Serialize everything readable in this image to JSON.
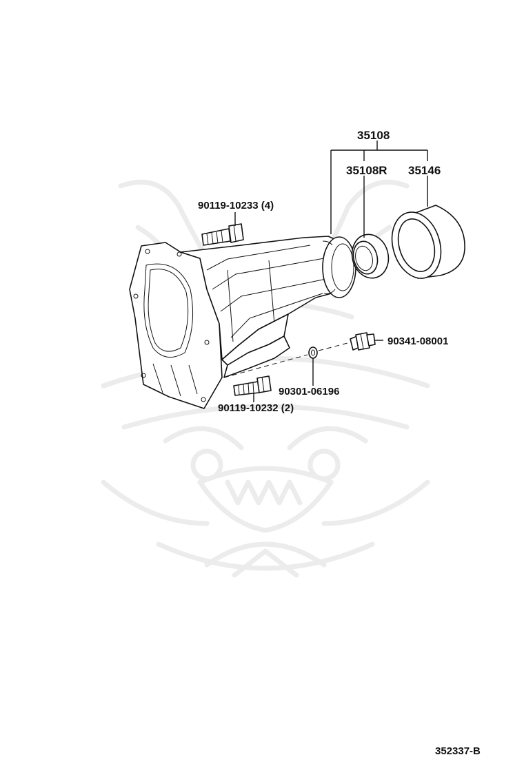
{
  "diagram": {
    "parts": [
      {
        "id": "p35108",
        "number": "35108"
      },
      {
        "id": "p35108R",
        "number": "35108R"
      },
      {
        "id": "p35146",
        "number": "35146"
      },
      {
        "id": "p9011910233",
        "number": "90119-10233 (4)"
      },
      {
        "id": "p9034108001",
        "number": "90341-08001"
      },
      {
        "id": "p9030106196",
        "number": "90301-06196"
      },
      {
        "id": "p9011910232",
        "number": "90119-10232 (2)"
      }
    ],
    "reference_code": "352337-B"
  },
  "colors": {
    "line": "#111111",
    "watermark": "#ececec",
    "background": "#ffffff"
  }
}
